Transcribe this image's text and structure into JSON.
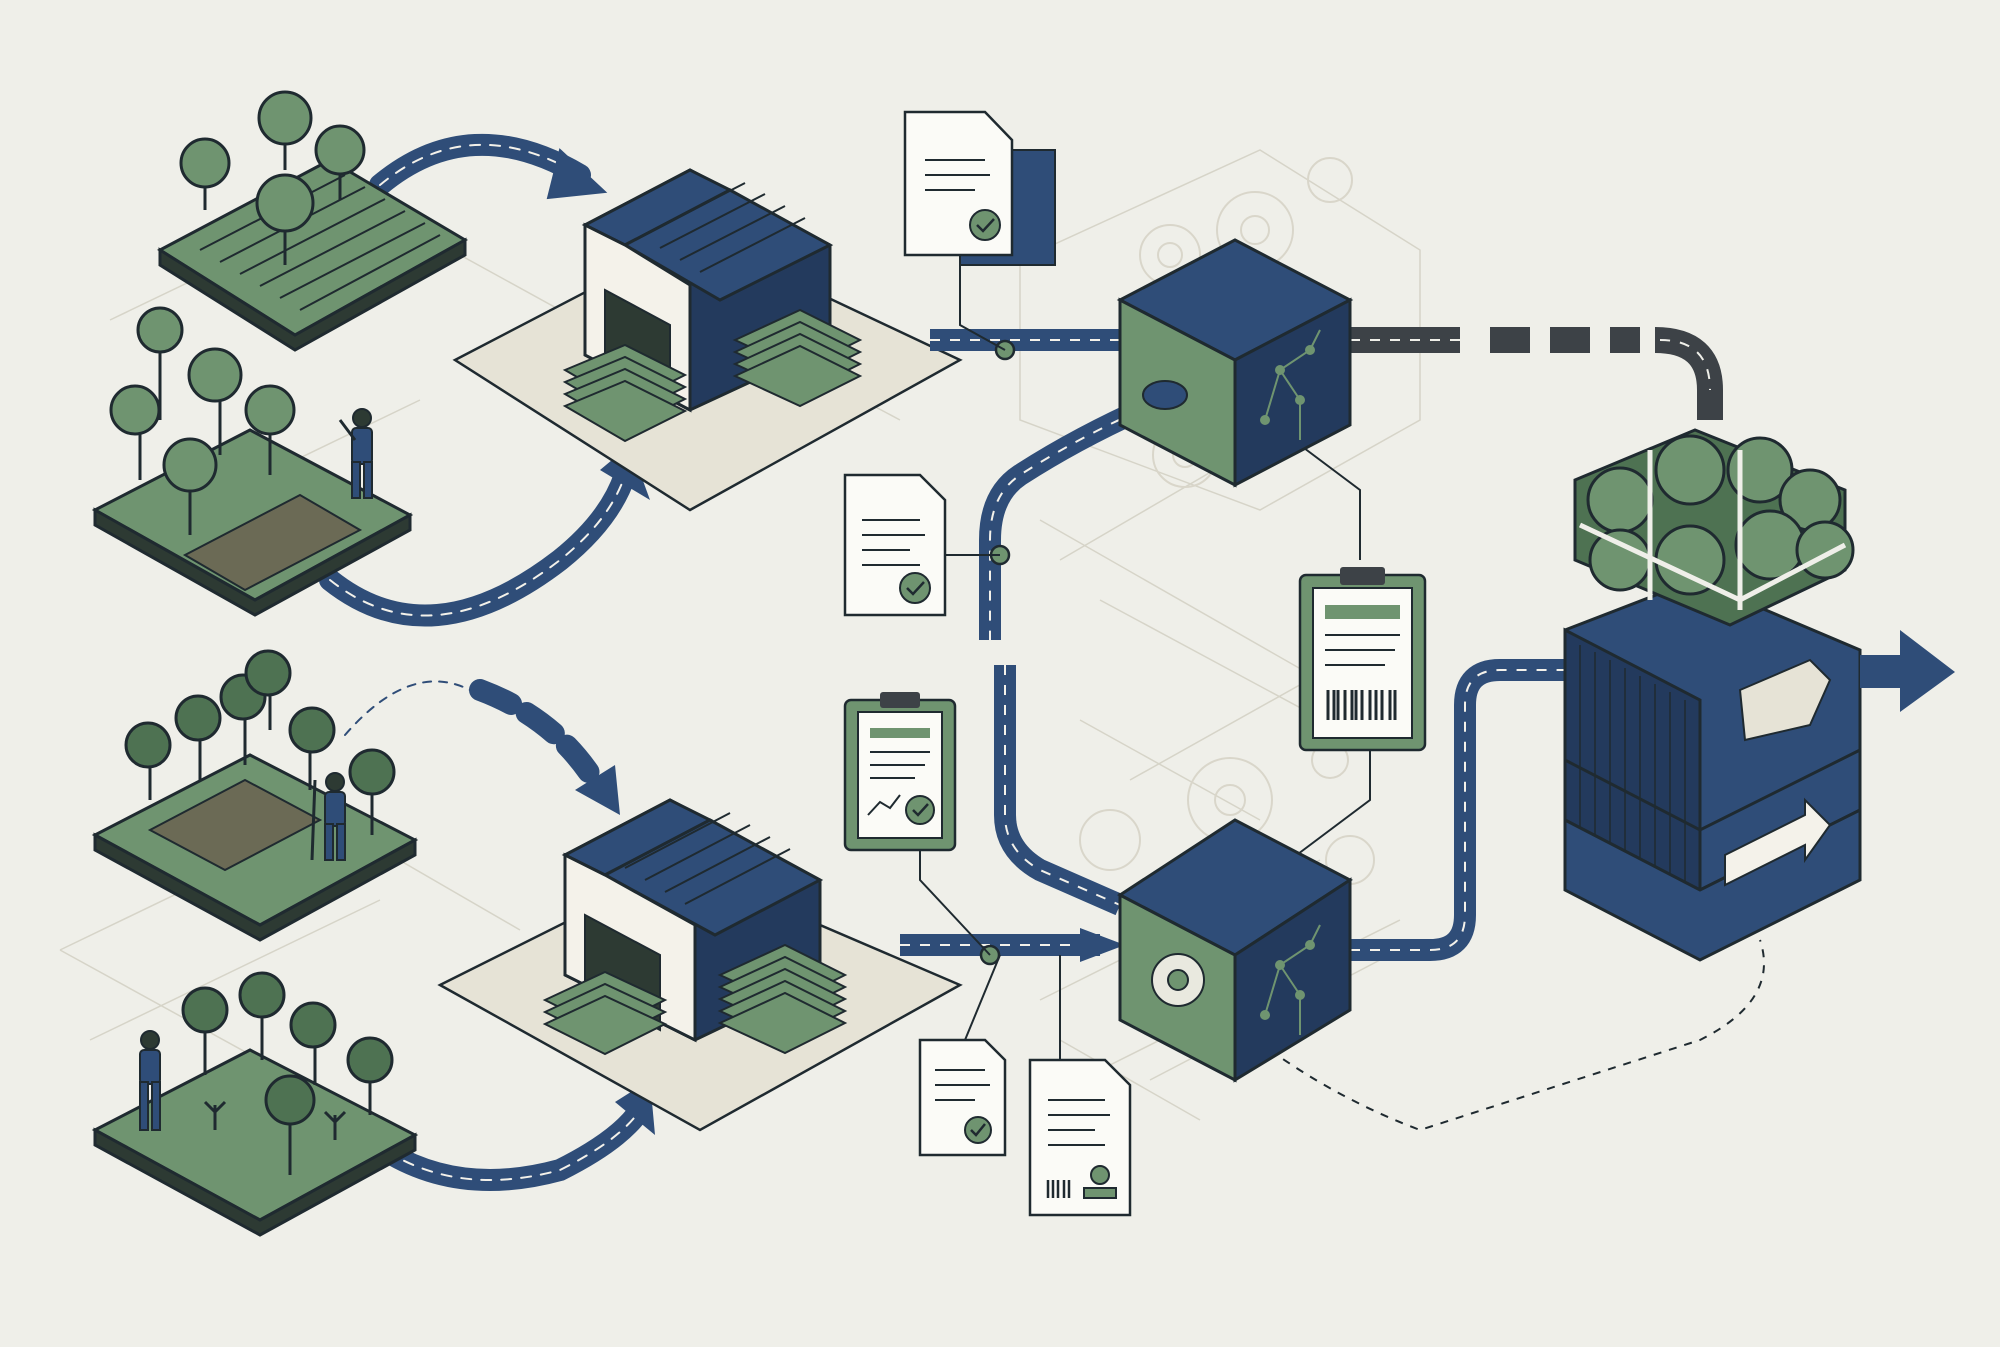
{
  "diagram": {
    "kind": "isometric supply-chain flow",
    "nodes": [
      {
        "id": "farm-plot-1",
        "kind": "tree plantation plot",
        "icon": "plantation-icon"
      },
      {
        "id": "farm-plot-2",
        "kind": "tapping plot with worker",
        "icon": "worker-icon"
      },
      {
        "id": "farm-plot-3",
        "kind": "tree plot with worker",
        "icon": "worker-icon"
      },
      {
        "id": "farm-plot-4",
        "kind": "seedling plot with worker",
        "icon": "worker-icon"
      },
      {
        "id": "collection-warehouse-1",
        "kind": "warehouse with stacked sheets",
        "icon": "warehouse-icon"
      },
      {
        "id": "collection-warehouse-2",
        "kind": "warehouse with stacked sheets",
        "icon": "warehouse-icon"
      },
      {
        "id": "processing-cube-1",
        "kind": "processing facility",
        "icon": "cube-icon"
      },
      {
        "id": "processing-cube-2",
        "kind": "processing facility",
        "icon": "gear-icon"
      },
      {
        "id": "export-container-stack",
        "kind": "shipping containers with baled cargo",
        "icon": "container-icon"
      }
    ],
    "documents": [
      {
        "id": "doc-approved-1",
        "icon": "document-check-icon"
      },
      {
        "id": "doc-approved-2",
        "icon": "document-check-icon"
      },
      {
        "id": "clipboard-report",
        "icon": "clipboard-chart-icon"
      },
      {
        "id": "clipboard-barcode",
        "icon": "clipboard-barcode-icon"
      },
      {
        "id": "doc-approved-3",
        "icon": "document-check-icon"
      },
      {
        "id": "doc-certificate",
        "icon": "document-stamp-icon"
      }
    ],
    "colors": {
      "background": "#efefe9",
      "navy": "#2f4d78",
      "navy_dark": "#233a5d",
      "green": "#6f9470",
      "green_dark": "#4e7252",
      "outline": "#1f2a30",
      "paper": "#fbfbf7",
      "pad": "#e6e3d6",
      "gray_line": "#d6d4c8",
      "charcoal": "#3d4247"
    }
  }
}
